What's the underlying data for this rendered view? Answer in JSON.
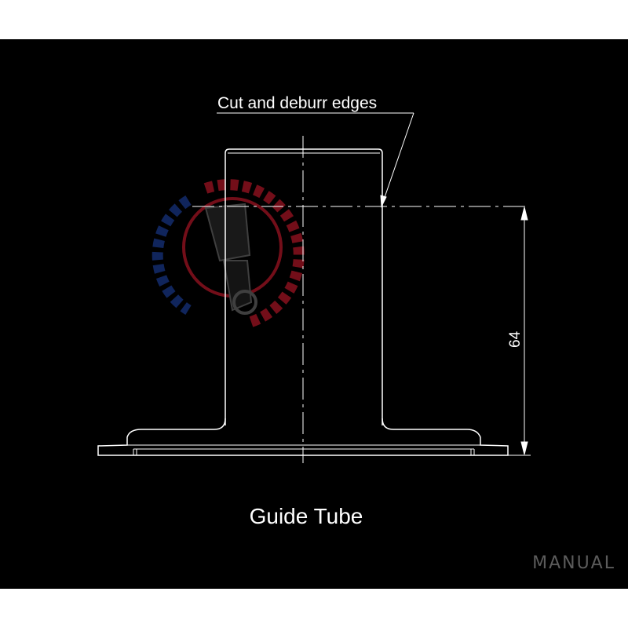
{
  "diagram": {
    "annotation": "Cut and deburr edges",
    "dimension_value": "64",
    "title": "Guide Tube",
    "brand": "MANUAL"
  },
  "colors": {
    "background": "#000000",
    "line": "#ffffff",
    "brand_text": "#5c5c5c",
    "watermark_red": "#c0182a",
    "watermark_blue": "#1c3f9a"
  },
  "icons": {
    "watermark": "piston-gear-logo-icon"
  }
}
